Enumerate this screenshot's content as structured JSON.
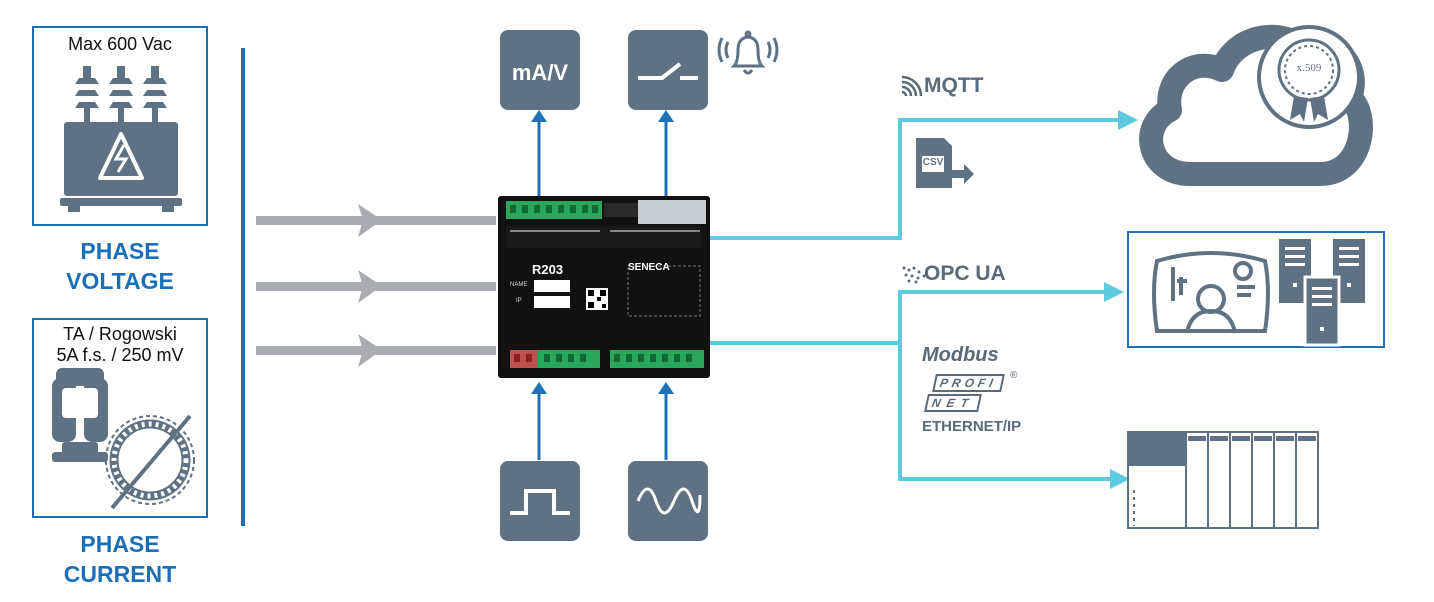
{
  "phase_voltage": {
    "box_text": "Max 600 Vac",
    "caption_line1": "PHASE",
    "caption_line2": "VOLTAGE"
  },
  "phase_current": {
    "box_line1": "TA / Rogowski",
    "box_line2": "5A f.s. / 250 mV",
    "caption_line1": "PHASE",
    "caption_line2": "CURRENT"
  },
  "outputs": {
    "analog_label": "mA/V"
  },
  "device": {
    "model": "R203",
    "brand": "SENECA",
    "field_name": "NAME",
    "field_ip": "IP"
  },
  "protocols": {
    "mqtt": "MQTT",
    "csv": "CSV",
    "opcua": "OPC UA",
    "modbus": "Modbus",
    "profi": "PROFI",
    "net": "NET",
    "ethernet_ip": "ETHERNET/IP",
    "cert": "x.509"
  },
  "colors": {
    "accent_blue": "#1a6fb8",
    "line_cyan": "#5ccbe0",
    "tile_gray": "#5f7283",
    "arrow_gray": "#a9adb1"
  }
}
